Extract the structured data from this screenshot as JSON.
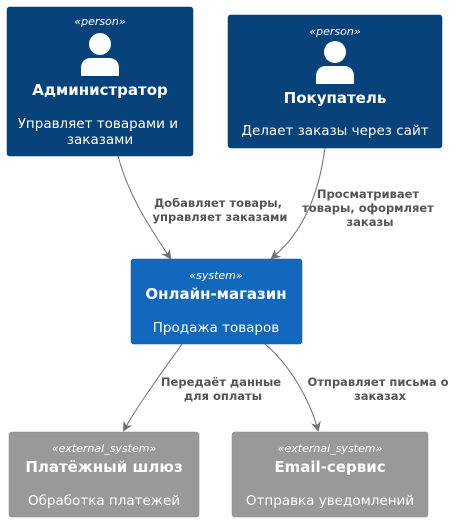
{
  "colors": {
    "person": "#08427B",
    "system": "#1168BD",
    "external": "#999999",
    "line": "#707070",
    "text_light": "#ffffff",
    "label": "#555555"
  },
  "nodes": {
    "admin": {
      "stereotype": "«person»",
      "title": "Администратор",
      "desc": [
        "Управляет товарами и",
        "заказами"
      ],
      "icon": "person-icon"
    },
    "buyer": {
      "stereotype": "«person»",
      "title": "Покупатель",
      "desc": [
        "Делает заказы через сайт"
      ],
      "icon": "person-icon"
    },
    "shop": {
      "stereotype": "«system»",
      "title": "Онлайн-магазин",
      "desc": [
        "Продажа товаров"
      ]
    },
    "payment": {
      "stereotype": "«external_system»",
      "title": "Платёжный шлюз",
      "desc": [
        "Обработка платежей"
      ]
    },
    "email": {
      "stereotype": "«external_system»",
      "title": "Email-сервис",
      "desc": [
        "Отправка уведомлений"
      ]
    }
  },
  "edges": {
    "admin_shop": [
      "Добавляет товары,",
      "управляет заказами"
    ],
    "buyer_shop": [
      "Просматривает",
      "товары, оформляет",
      "заказы"
    ],
    "shop_payment": [
      "Передаёт данные",
      "для оплаты"
    ],
    "shop_email": [
      "Отправляет письма о",
      "заказах"
    ]
  }
}
